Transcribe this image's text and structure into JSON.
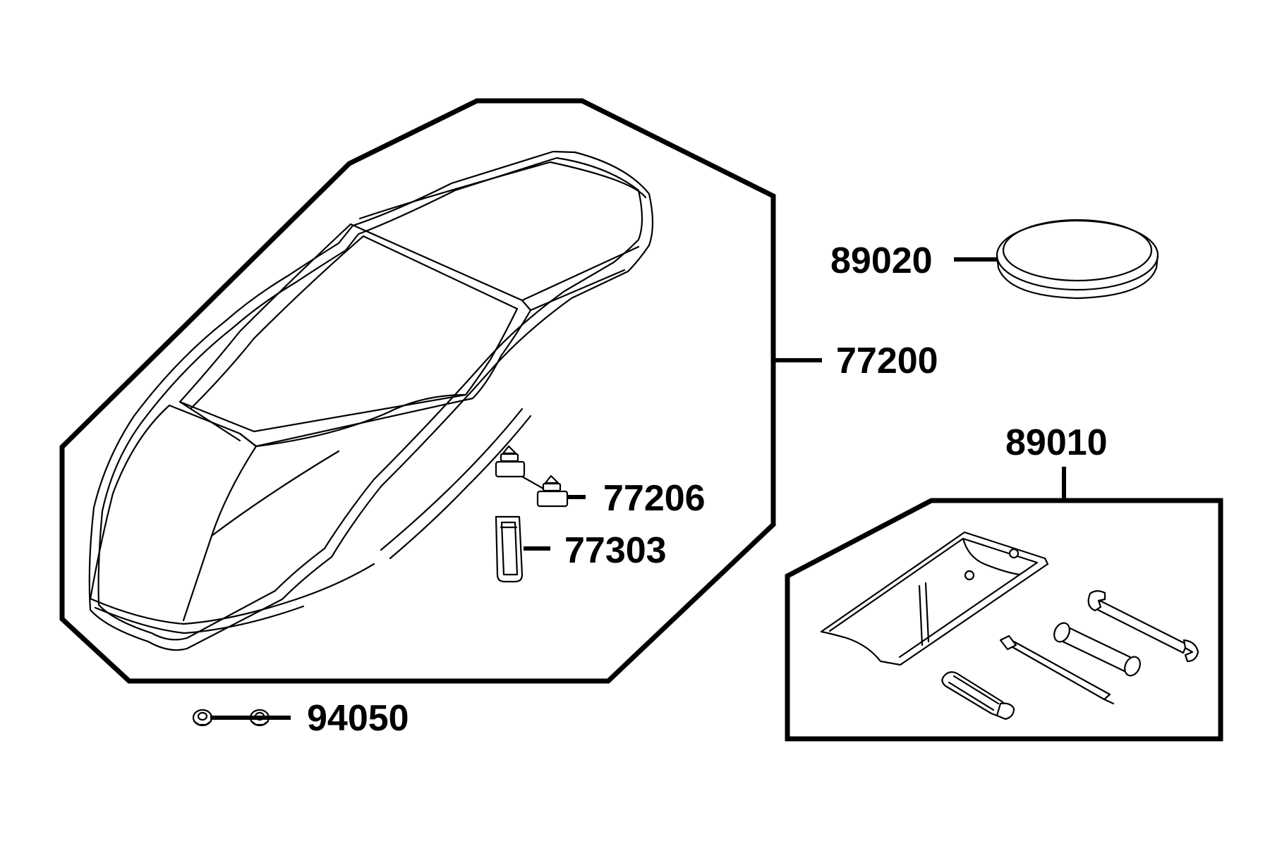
{
  "diagram": {
    "parts": {
      "seat_assembly": "77200",
      "seat_hook": "77206",
      "seat_clip": "77303",
      "nut": "94050",
      "belt": "89020",
      "tool_kit": "89010"
    }
  }
}
